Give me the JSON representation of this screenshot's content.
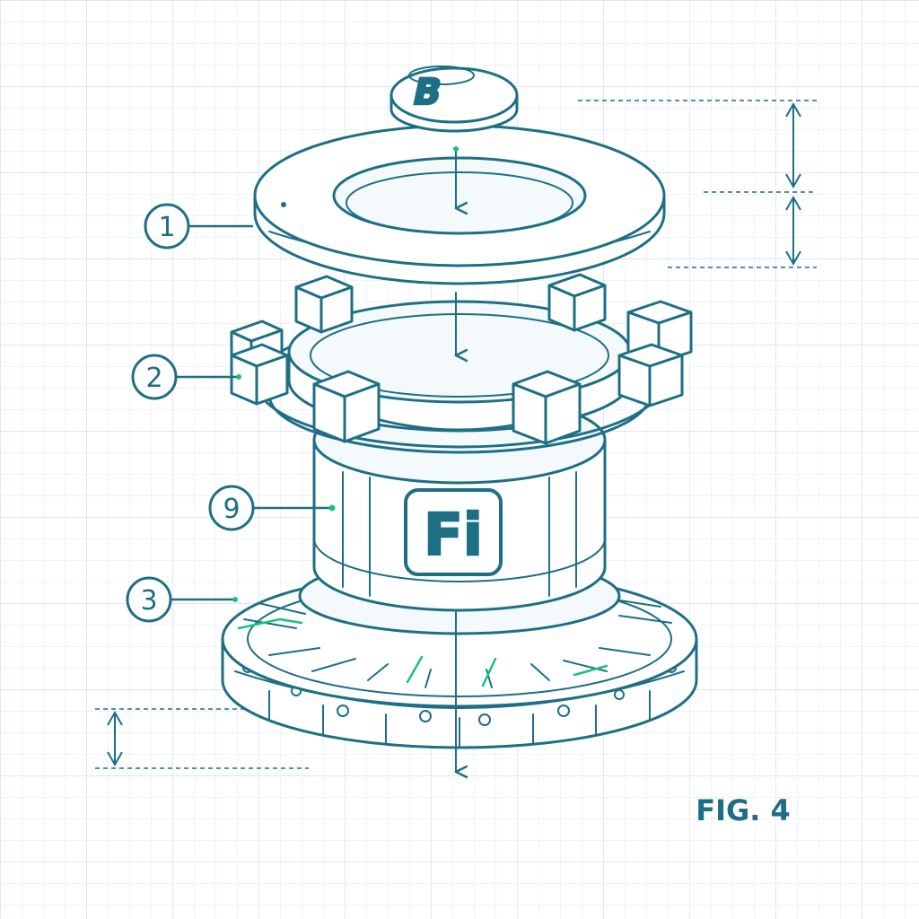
{
  "figure": {
    "label": "FIG. 4"
  },
  "callouts": [
    {
      "id": "1",
      "text": "1"
    },
    {
      "id": "2",
      "text": "2"
    },
    {
      "id": "9",
      "text": "9"
    },
    {
      "id": "3",
      "text": "3"
    }
  ],
  "coin_emblem": "B",
  "core_emblem": "Fi",
  "colors": {
    "ink": "#1d6f86",
    "accent": "#19c27a",
    "grid_minor": "#dde9ee",
    "grid_major": "#c9dbe2",
    "paper": "#ffffff"
  }
}
